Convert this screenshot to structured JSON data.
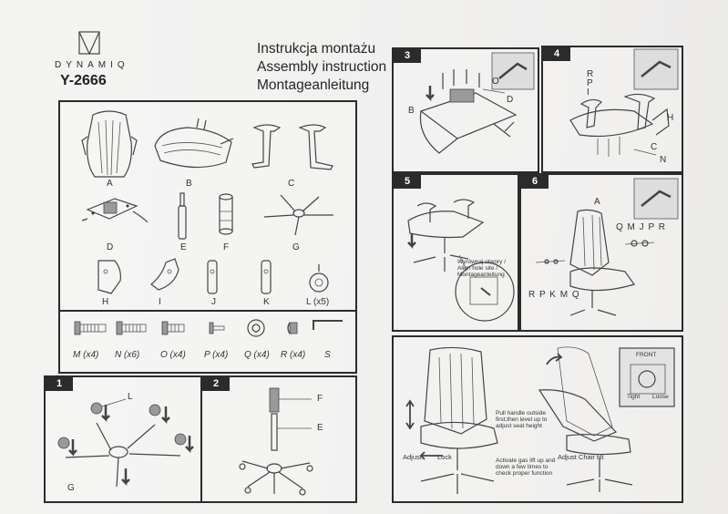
{
  "brand": {
    "name": "DYNAMIQ",
    "model": "Y-2666"
  },
  "titles": [
    "Instrukcja montażu",
    "Assembly instruction",
    "Montageanleitung"
  ],
  "parts": {
    "A": "A",
    "B": "B",
    "C": "C",
    "D": "D",
    "E": "E",
    "F": "F",
    "G": "G",
    "H": "H",
    "I": "I",
    "J": "J",
    "K": "K",
    "L": "L (x5)"
  },
  "hardware": [
    {
      "key": "M",
      "label": "M (x4)"
    },
    {
      "key": "N",
      "label": "N (x6)"
    },
    {
      "key": "O",
      "label": "O (x4)"
    },
    {
      "key": "P",
      "label": "P (x4)"
    },
    {
      "key": "Q",
      "label": "Q (x4)"
    },
    {
      "key": "R",
      "label": "R (x4)"
    },
    {
      "key": "S",
      "label": "S"
    }
  ],
  "steps": {
    "s1": {
      "num": "1",
      "labels": {
        "L": "L",
        "G": "G"
      }
    },
    "s2": {
      "num": "2",
      "labels": {
        "F": "F",
        "E": "E"
      }
    },
    "s3": {
      "num": "3",
      "labels": {
        "B": "B",
        "O": "O",
        "D": "D"
      }
    },
    "s4": {
      "num": "4",
      "labels": {
        "R": "R",
        "P": "P",
        "I": "I",
        "H": "H",
        "C": "C",
        "N": "N"
      }
    },
    "s5": {
      "num": "5",
      "note": "Wyrównaj otwory / Align hole site / Montageanleitung"
    },
    "s6": {
      "num": "6",
      "labels": {
        "A": "A",
        "top": "Q M J P R",
        "bottom": "R P K M Q"
      }
    },
    "s7": {
      "pull": "Pull handle outside first,then level up to adjust seat height",
      "adjust": "Adjust",
      "lock": "Lock",
      "activate": "Activate gas lift up and down a few times to check proper function",
      "tilt": "Adjust Chair tilt",
      "front": "FRONT",
      "tight": "Tight",
      "loose": "Loose"
    }
  }
}
